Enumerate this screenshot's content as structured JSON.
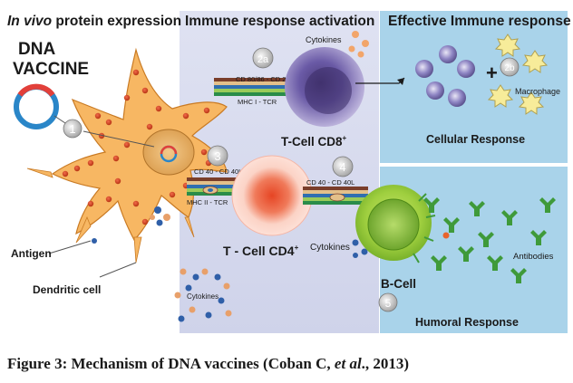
{
  "headers": {
    "col1_italic": "In vivo",
    "col1_rest": " protein expression",
    "col2": "Immune response activation",
    "col3": "Effective Immune response"
  },
  "dna_vaccine": {
    "line1": "DNA",
    "line2": "VACCINE"
  },
  "steps": {
    "s1": "1",
    "s2a": "2a",
    "s2b": "2b",
    "s3": "3",
    "s4": "4",
    "s5": "5"
  },
  "labels": {
    "cytokines_top": "Cytokines",
    "cd80": "CD 80/86 - CD 28",
    "mhc1": "MHC I - TCR",
    "tcell_cd8": "T-Cell CD8",
    "tcell_cd8_sup": "+",
    "macrophage": "Macrophage",
    "cellular": "Cellular Response",
    "cd40_left": "CD 40 - CD 40L",
    "mhc2": "MHC II - TCR",
    "cd40_right": "CD 40 - CD 40L",
    "tcell_cd4": "T - Cell CD4",
    "tcell_cd4_sup": "+",
    "cytokines_mid": "Cytokines",
    "antigen": "Antigen",
    "dendritic": "Dendritic cell",
    "cytokines_bottom": "Cytokines",
    "bcell": "B-Cell",
    "antibodies": "Antibodies",
    "humoral": "Humoral Response",
    "plus": "+"
  },
  "caption": {
    "prefix": "Figure 3: Mechanism of DNA vaccines (Coban C, ",
    "italic": "et al",
    "suffix": "., 2013)"
  }
}
